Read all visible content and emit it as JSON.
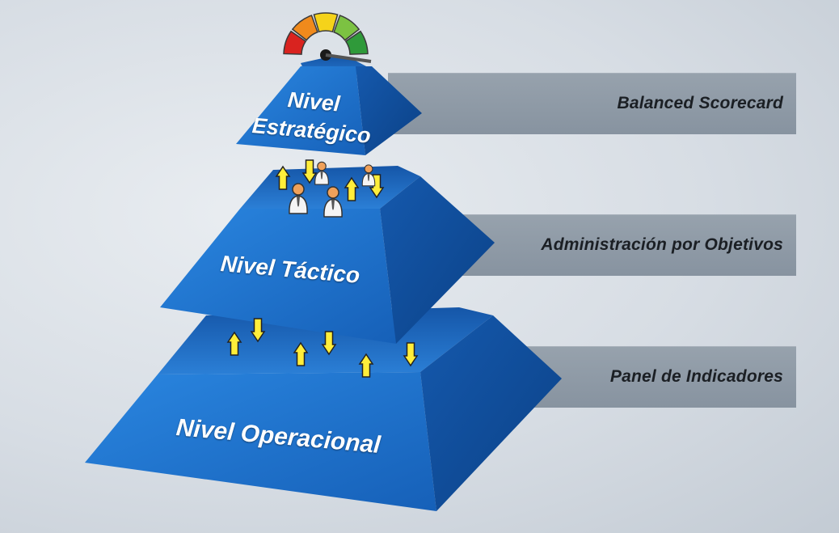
{
  "levels": [
    {
      "id": "estrategico",
      "label_line1": "Nivel",
      "label_line2": "Estratégico",
      "band": "Balanced Scorecard"
    },
    {
      "id": "tactico",
      "label": "Nivel Táctico",
      "band": "Administración por Objetivos"
    },
    {
      "id": "operacional",
      "label": "Nivel Operacional",
      "band": "Panel de Indicadores"
    }
  ],
  "gauge": {
    "segments": [
      "#d9231f",
      "#f08a1c",
      "#f5d31a",
      "#7cc242",
      "#2f9a3a"
    ]
  },
  "colors": {
    "pyramid_face": "#1f6fc8",
    "pyramid_side": "#0c4f9c",
    "pyramid_top": "#3c8fe0",
    "band": "#8f9aa6",
    "arrow": "#ffee3a"
  }
}
